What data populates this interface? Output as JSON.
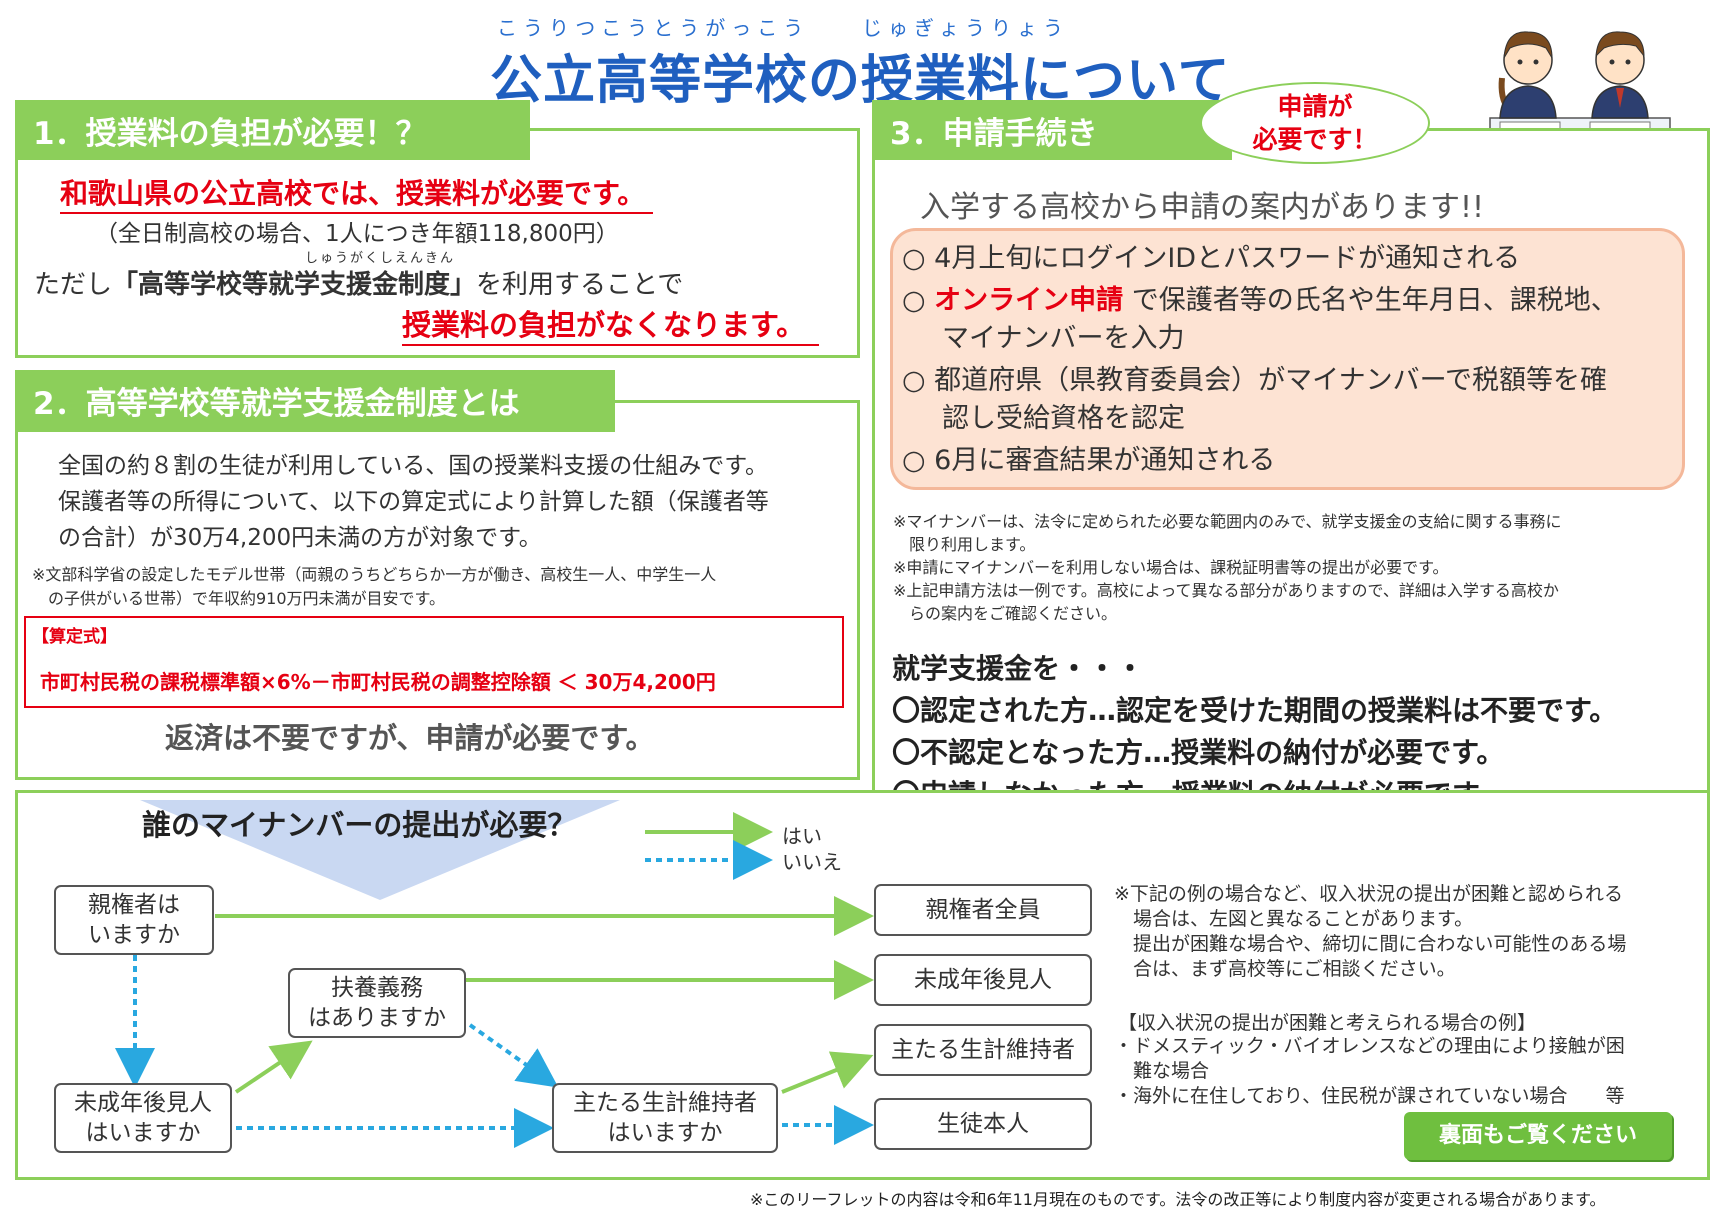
{
  "header": {
    "ruby_left": "こうりつこうとうがっこう",
    "ruby_right": "じゅぎょうりょう",
    "title": "公立高等学校の授業料について"
  },
  "section1": {
    "heading": "1．授業料の負担が必要！？",
    "line1": "和歌山県の公立高校では、授業料が必要です。",
    "line2": "（全日制高校の場合、1人につき年額118,800円）",
    "ruby": "しゅうがくしえんきん",
    "line3_pre": "ただし",
    "line3_bold": "「高等学校等就学支援金制度」",
    "line3_post": "を利用することで",
    "line4": "授業料の負担がなくなります。"
  },
  "section2": {
    "heading": "2．高等学校等就学支援金制度とは",
    "para": [
      "全国の約８割の生徒が利用している、国の授業料支援の仕組みです。",
      "保護者等の所得について、以下の算定式により計算した額（保護者等",
      "の合計）が30万4,200円未満の方が対象です。"
    ],
    "note": [
      "※文部科学省の設定したモデル世帯（両親のうちどちらか一方が働き、高校生一人、中学生一人",
      "　の子供がいる世帯）で年収約910万円未満が目安です。"
    ],
    "formula_label": "【算定式】",
    "formula": "市町村民税の課税標準額×6%－市町村民税の調整控除額 ＜ 30万4,200円",
    "closing": "返済は不要ですが、申請が必要です。"
  },
  "section3": {
    "heading": "3．申請手続き",
    "bubble": [
      "申請が",
      "必要です！"
    ],
    "intro": "入学する高校から申請の案内があります!!",
    "items": [
      "○ 4月上旬にログインIDとパスワードが通知される",
      "で保護者等の氏名や生年月日、課税地、",
      "マイナンバーを入力",
      "○ 都道府県（県教育委員会）がマイナンバーで税額等を確",
      "認し受給資格を認定",
      "○ 6月に審査結果が通知される"
    ],
    "online_prefix": "○ ",
    "online_red": "オンライン申請",
    "notes": [
      "※マイナンバーは、法令に定められた必要な範囲内のみで、就学支援金の支給に関する事務に",
      "　限り利用します。",
      "※申請にマイナンバーを利用しない場合は、課税証明書等の提出が必要です。",
      "※上記申請方法は一例です。高校によって異なる部分がありますので、詳細は入学する高校か",
      "　らの案内をご確認ください。"
    ],
    "summary": [
      "就学支援金を・・・",
      "〇認定された方…認定を受けた期間の授業料は不要です。",
      "〇不認定となった方…授業料の納付が必要です。",
      "〇申請しなかった方…授業料の納付が必要です。"
    ]
  },
  "flow": {
    "title": "誰のマイナンバーの提出が必要？",
    "legend_yes": "はい",
    "legend_no": "いいえ",
    "q_parental": [
      "親権者は",
      "いますか"
    ],
    "q_support": [
      "扶養義務",
      "はありますか"
    ],
    "q_guardian": [
      "未成年後見人",
      "はいますか"
    ],
    "q_main": [
      "主たる生計維持者",
      "はいますか"
    ],
    "r_parental": "親権者全員",
    "r_guardian": "未成年後見人",
    "r_main": "主たる生計維持者",
    "r_student": "生徒本人",
    "side_notes": [
      "※下記の例の場合など、収入状況の提出が困難と認められる",
      "　場合は、左図と異なることがあります。",
      "　提出が困難な場合や、締切に間に合わない可能性のある場",
      "　合は、まず高校等にご相談ください。"
    ],
    "examples_title": "【収入状況の提出が困難と考えられる場合の例】",
    "examples": [
      "・ドメスティック・バイオレンスなどの理由により接触が困",
      "　難な場合",
      "・海外に在住しており、住民税が課されていない場合　　等"
    ],
    "back_button": "裏面もご覧ください"
  },
  "footer": "※このリーフレットの内容は令和6年11月現在のものです。法令の改正等により制度内容が変更される場合があります。",
  "colors": {
    "green": "#8ccf5a",
    "title_blue": "#1f5fbf",
    "red": "#e60012",
    "peach": "#fde3d3",
    "arrow_blue": "#29a8e0"
  }
}
